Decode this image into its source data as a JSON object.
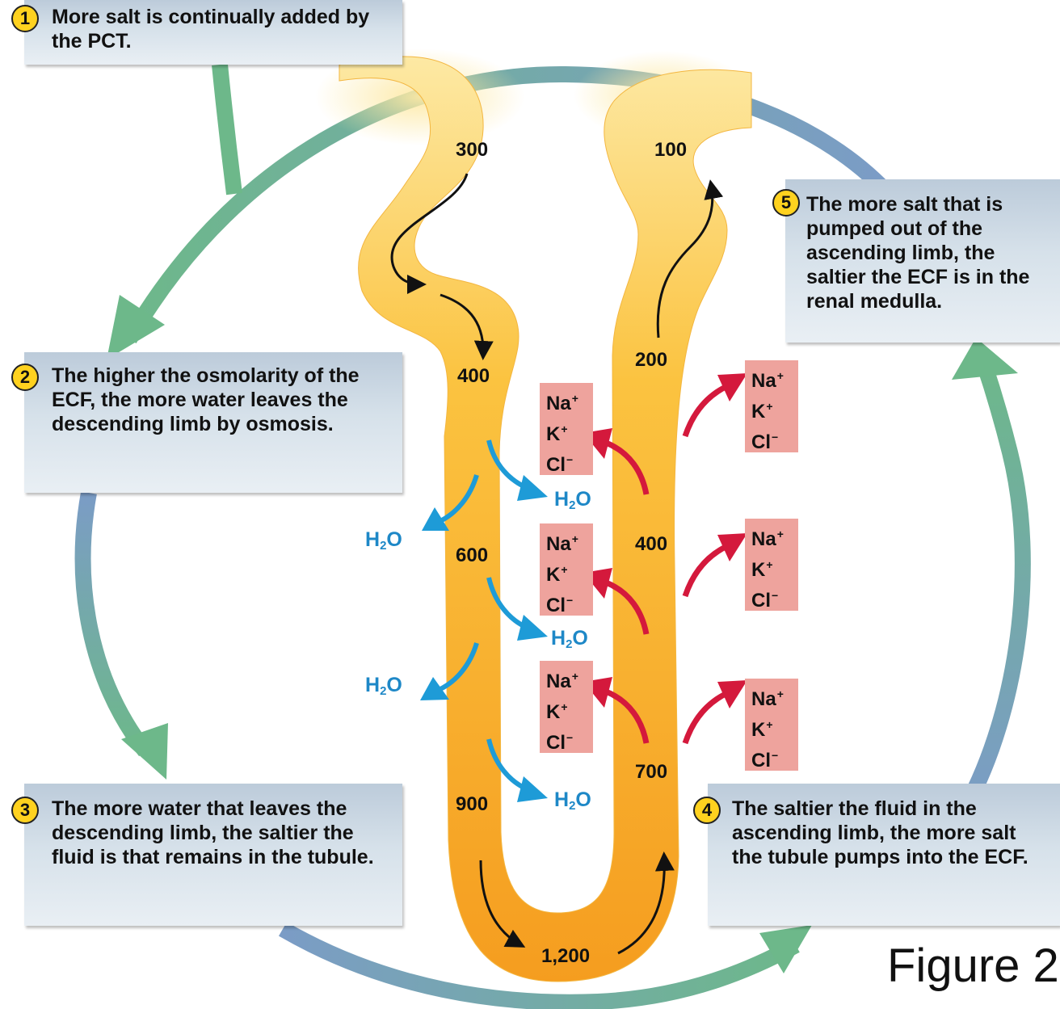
{
  "steps": [
    {
      "number": "1",
      "text": "More salt is continually added by the PCT."
    },
    {
      "number": "2",
      "text": "The higher the osmolarity of the ECF, the more water leaves the descending limb by osmosis."
    },
    {
      "number": "3",
      "text": "The more water that leaves the descending limb, the saltier the fluid is that remains in the tubule."
    },
    {
      "number": "4",
      "text": "The saltier the fluid in the ascending limb, the more salt the tubule pumps into the ECF."
    },
    {
      "number": "5",
      "text": "The more salt that is pumped out of the ascending limb, the saltier the ECF is in the renal medulla."
    }
  ],
  "osmolarity": {
    "descending": [
      "300",
      "400",
      "600",
      "900"
    ],
    "bottom": "1,200",
    "ascending": [
      "100",
      "200",
      "400",
      "700"
    ]
  },
  "water": {
    "h": "H",
    "sub": "2",
    "o": "O"
  },
  "ions": {
    "na": "Na",
    "na_charge": "+",
    "k": "K",
    "k_charge": "+",
    "cl": "Cl",
    "cl_charge": "−"
  },
  "figure_label": "Figure 2",
  "colors": {
    "tubule_light": "#fde9a4",
    "tubule_mid": "#fbc340",
    "tubule_dark": "#f59d1f",
    "water_arrow": "#1e9bd7",
    "salt_arrow": "#d4193c",
    "ion_box": "#eea39d",
    "cycle_green": "#6db88a",
    "cycle_blue": "#7b9cc6",
    "number_badge": "#ffd21f"
  }
}
